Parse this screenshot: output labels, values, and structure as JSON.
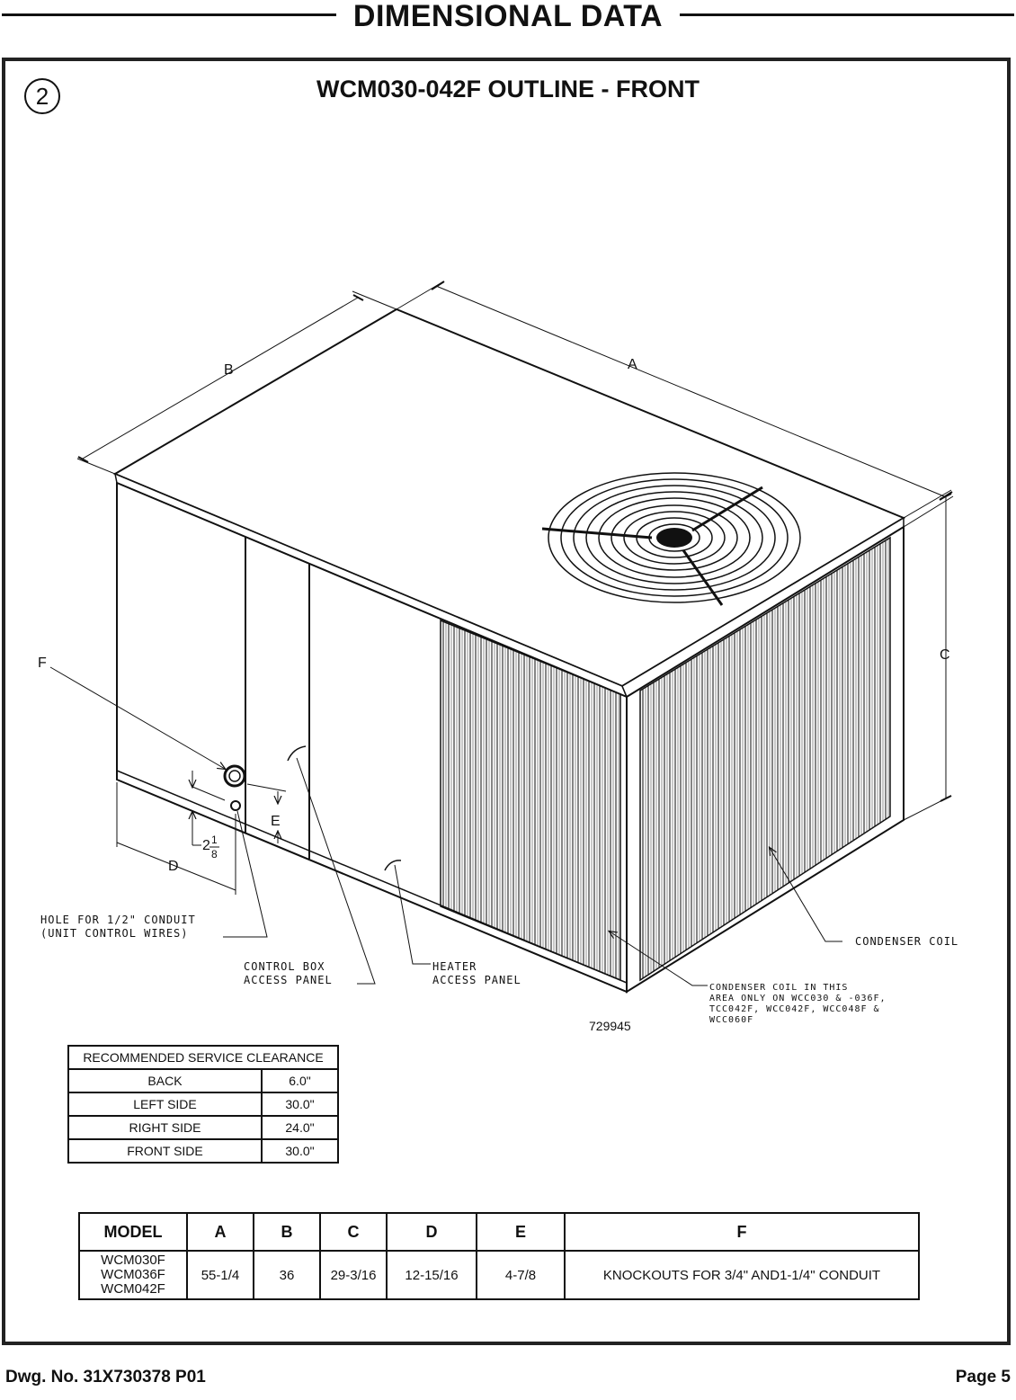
{
  "header": {
    "title": "DIMENSIONAL DATA"
  },
  "figure": {
    "number": "2",
    "title": "WCM030-042F OUTLINE - FRONT",
    "labels": {
      "a": "A",
      "b": "B",
      "c": "C",
      "d": "D",
      "e": "E",
      "f": "F",
      "two": "2",
      "num": "1",
      "den": "8",
      "hole_line1": "HOLE FOR 1/2\" CONDUIT",
      "hole_line2": "(UNIT CONTROL WIRES)",
      "control_line1": "CONTROL BOX",
      "control_line2": "ACCESS PANEL",
      "heater_line1": "HEATER",
      "heater_line2": "ACCESS PANEL",
      "condenser_coil": "CONDENSER COIL",
      "note_line1": "CONDENSER COIL IN THIS",
      "note_line2": "AREA ONLY ON WCC030 & -036F,",
      "note_line3": "TCC042F, WCC042F, WCC048F &",
      "note_line4": "WCC060F",
      "drawing_number": "729945"
    }
  },
  "service_clearance": {
    "title": "RECOMMENDED SERVICE CLEARANCE",
    "rows": [
      {
        "side": "BACK",
        "value": "6.0\""
      },
      {
        "side": "LEFT SIDE",
        "value": "30.0\""
      },
      {
        "side": "RIGHT SIDE",
        "value": "24.0\""
      },
      {
        "side": "FRONT SIDE",
        "value": "30.0\""
      }
    ]
  },
  "model_table": {
    "headers": [
      "MODEL",
      "A",
      "B",
      "C",
      "D",
      "E",
      "F"
    ],
    "models": [
      "WCM030F",
      "WCM036F",
      "WCM042F"
    ],
    "values": [
      "55-1/4",
      "36",
      "29-3/16",
      "12-15/16",
      "4-7/8",
      "KNOCKOUTS FOR 3/4\" AND1-1/4\" CONDUIT"
    ]
  },
  "footer": {
    "drawing_no": "Dwg. No. 31X730378 P01",
    "page": "Page 5"
  }
}
